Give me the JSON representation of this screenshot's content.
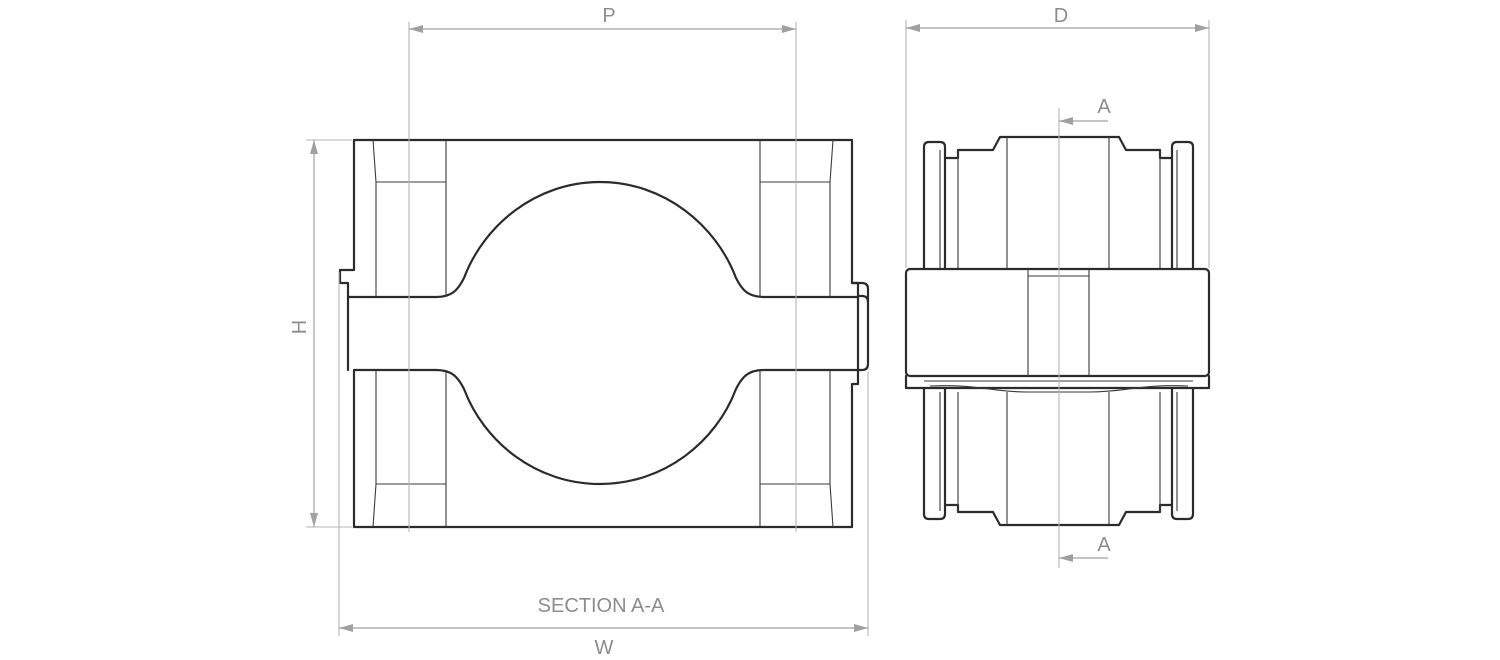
{
  "labels": {
    "pitch": "P",
    "depth": "D",
    "height": "H",
    "width": "W",
    "section_marker_top": "A",
    "section_marker_bottom": "A",
    "section_caption": "SECTION A-A"
  }
}
